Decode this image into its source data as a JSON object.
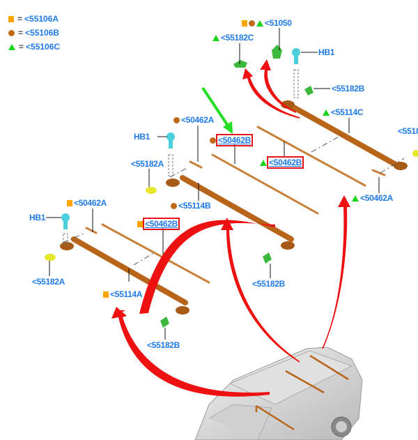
{
  "legend": [
    {
      "symbol": "square",
      "eq": "=",
      "code": "<55106A"
    },
    {
      "symbol": "circle",
      "eq": "=",
      "code": "<55106B"
    },
    {
      "symbol": "triangle",
      "eq": "=",
      "code": "<55106C"
    }
  ],
  "labels": [
    {
      "text": "<51050",
      "symbols": [
        "square",
        "circle",
        "triangle"
      ]
    },
    {
      "text": "<55182C",
      "symbols": [
        "triangle"
      ]
    },
    {
      "text": "HB1"
    },
    {
      "text": "<55182B"
    },
    {
      "text": "<55114C",
      "symbols": [
        "triangle"
      ]
    },
    {
      "text": "<5518"
    },
    {
      "text": "<50462A",
      "symbols": [
        "circle"
      ]
    },
    {
      "text": "HB1"
    },
    {
      "text": "<50462B",
      "symbols": [
        "circle"
      ],
      "highlighted": true
    },
    {
      "text": "<50462B",
      "symbols": [
        "triangle"
      ],
      "highlighted": true
    },
    {
      "text": "<55182A"
    },
    {
      "text": "<50462A",
      "symbols": [
        "triangle"
      ]
    },
    {
      "text": "<55114B",
      "symbols": [
        "circle"
      ]
    },
    {
      "text": "<50462A",
      "symbols": [
        "square"
      ]
    },
    {
      "text": "HB1"
    },
    {
      "text": "<50462B",
      "symbols": [
        "square"
      ],
      "highlighted": true
    },
    {
      "text": "<55182A"
    },
    {
      "text": "<55114A",
      "symbols": [
        "square"
      ]
    },
    {
      "text": "<55182B"
    },
    {
      "text": "<55182B"
    }
  ],
  "colors": {
    "label": "#1f7ae8",
    "highlight_box": "#e8141c",
    "arrow_red": "#ee1111",
    "arrow_green": "#22dd22",
    "crossbar": "#b8651a",
    "square_marker": "#ffa500",
    "circle_marker": "#c06a18",
    "triangle_marker": "#19d419"
  }
}
